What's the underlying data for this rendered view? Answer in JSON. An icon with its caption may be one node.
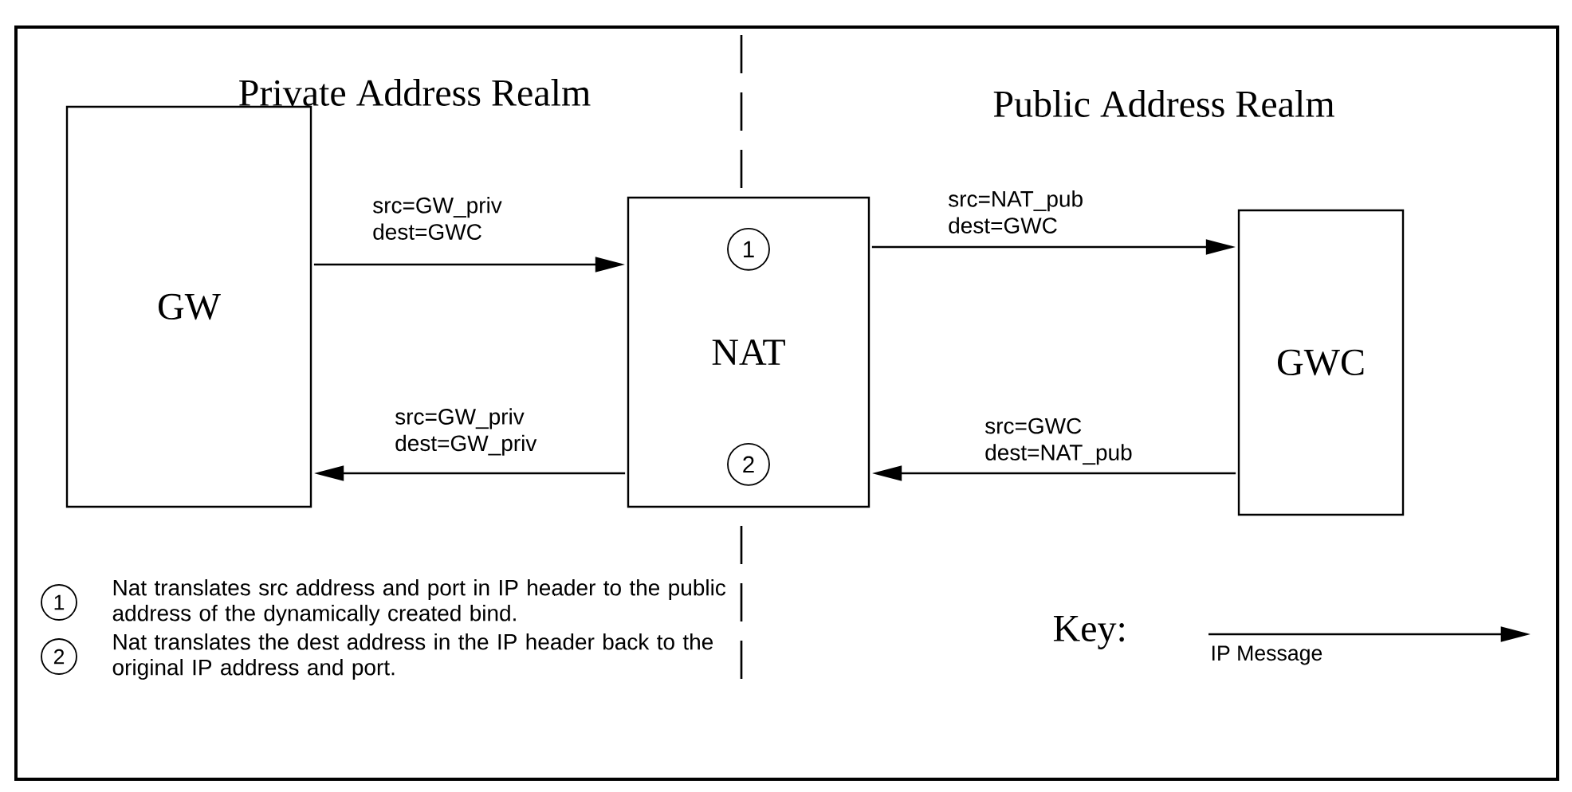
{
  "diagram": {
    "nodes": [
      {
        "text": [
          "GW"
        ]
      },
      {
        "text": [
          "NAT"
        ]
      },
      {
        "text": [
          "1"
        ],
        "in": 1
      },
      {
        "text": [
          "2"
        ],
        "in": 1
      },
      {
        "text": [
          "GWC"
        ]
      },
      {
        "text": [
          "1"
        ],
        "beside": [
          "Nat translates src address and port in IP header to the public address of the dynamically created bind."
        ]
      },
      {
        "text": [
          "2"
        ],
        "beside": [
          "Nat translates the dest address in the IP header back to the original IP address and port."
        ]
      }
    ],
    "edges": [
      {
        "from": 0,
        "to": 1,
        "arrow": "to",
        "label": "src=GW_priv dest=GWC"
      },
      {
        "from": 1,
        "to": 4,
        "arrow": "to",
        "label": "src=NAT_pub dest=GWC"
      },
      {
        "from": 1,
        "to": 0,
        "arrow": "to",
        "label": "src=GW_priv dest=GW_priv"
      },
      {
        "from": 4,
        "to": 1,
        "arrow": "to",
        "label": "src=GWC dest=NAT_pub"
      }
    ],
    "labels": [
      "Private Address Realm",
      "Public Address Realm",
      "Key:"
    ],
    "legend": [
      {
        "text": "IP Message"
      }
    ]
  }
}
